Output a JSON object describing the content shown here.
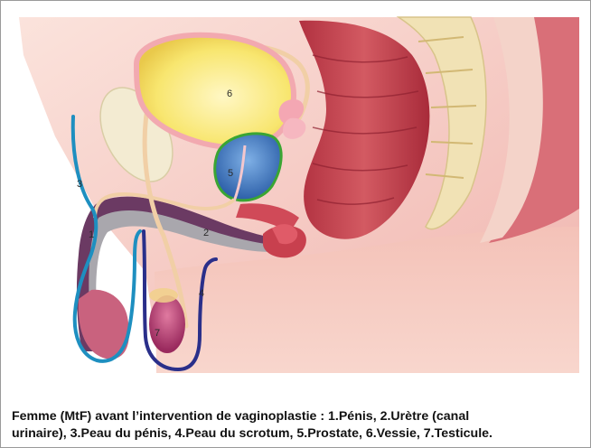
{
  "labels": {
    "penis": "1",
    "urethra": "2",
    "penile_skin": "3",
    "scrotal_skin": "4",
    "prostate": "5",
    "bladder": "6",
    "testicle": "7"
  },
  "caption": {
    "line1": "Femme (MtF) avant l’intervention de vaginoplastie : 1.Pénis, 2.Urètre (canal",
    "line2": "urinaire), 3.Peau du pénis, 4.Peau du scrotum, 5.Prostate, 6.Vessie, 7.Testicule."
  },
  "colors": {
    "skin": "#f6c9c1",
    "body_shadow": "#ecaba8",
    "bladder": "#f7e36a",
    "prostate": "#3f7fc4",
    "prostate_outline": "#3aa533",
    "penile_skin_outline": "#1e8fc0",
    "scrotal_skin_outline": "#2a2f8a",
    "muscle": "#c8404e",
    "penis_shaft": "#6b3a63",
    "testicle": "#b0356e"
  }
}
